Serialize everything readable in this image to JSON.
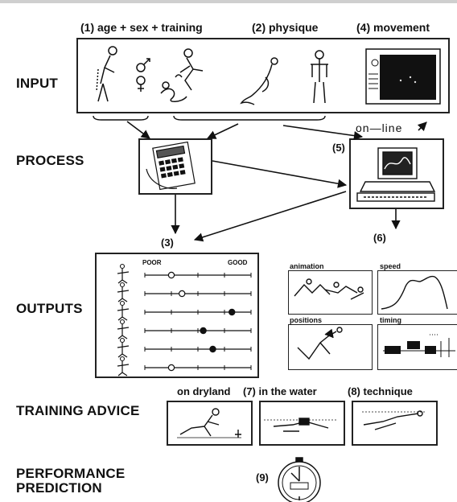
{
  "sections": {
    "input": "INPUT",
    "process": "PROCESS",
    "outputs": "OUTPUTS",
    "training_advice": "TRAINING ADVICE",
    "performance_line1": "PERFORMANCE",
    "performance_line2": "PREDICTION"
  },
  "input_captions": {
    "age_sex_training": "(1) age + sex + training",
    "physique": "(2) physique",
    "movement": "(4) movement"
  },
  "process_labels": {
    "online": "on—line",
    "step5": "(5)",
    "step6": "(6)",
    "step3": "(3)"
  },
  "outputs_chart": {
    "poor_label": "POOR",
    "good_label": "GOOD",
    "ratings": [
      0.25,
      0.35,
      0.82,
      0.55,
      0.64,
      0.25
    ],
    "filled": [
      false,
      false,
      true,
      true,
      true,
      false
    ]
  },
  "analysis_panels": {
    "animation": "animation",
    "speed": "speed",
    "positions": "positions",
    "timing": "timing"
  },
  "training_labels": {
    "dryland": "on dryland",
    "step7_water": "(7) in the water",
    "step8_technique": "(8) technique"
  },
  "prediction": {
    "step9": "(9)"
  },
  "icons": [
    "athlete-icon",
    "male-symbol-icon",
    "female-symbol-icon",
    "calculator-icon",
    "computer-icon",
    "stopwatch-icon"
  ]
}
